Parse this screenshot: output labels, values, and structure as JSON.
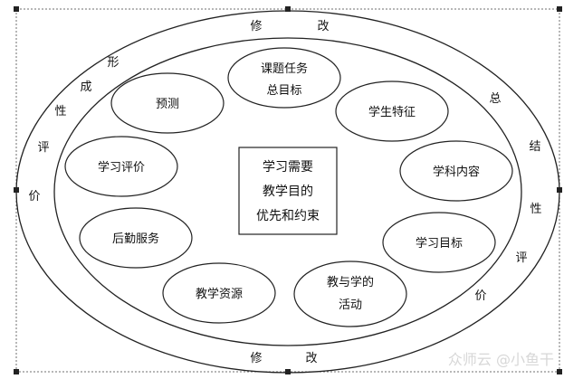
{
  "outer_ring": {
    "top": [
      "修",
      "改"
    ],
    "bottom": [
      "修",
      "改"
    ],
    "left": [
      "形",
      "成",
      "性",
      "评",
      "价"
    ],
    "right": [
      "总",
      "结",
      "性",
      "评",
      "价"
    ]
  },
  "center_box": {
    "lines": [
      "学习需要",
      "教学目的",
      "优先和约束"
    ]
  },
  "nodes": [
    {
      "id": "task-goal",
      "lines": [
        "课题任务",
        "总目标"
      ]
    },
    {
      "id": "learner-traits",
      "lines": [
        "学生特征"
      ]
    },
    {
      "id": "content",
      "lines": [
        "学科内容"
      ]
    },
    {
      "id": "objectives",
      "lines": [
        "学习目标"
      ]
    },
    {
      "id": "activities",
      "lines": [
        "教与学的",
        "活动"
      ]
    },
    {
      "id": "resources",
      "lines": [
        "教学资源"
      ]
    },
    {
      "id": "support",
      "lines": [
        "后勤服务"
      ]
    },
    {
      "id": "evaluation",
      "lines": [
        "学习评价"
      ]
    },
    {
      "id": "pretest",
      "lines": [
        "预测"
      ]
    }
  ],
  "watermark": "众师云 @小鱼干"
}
